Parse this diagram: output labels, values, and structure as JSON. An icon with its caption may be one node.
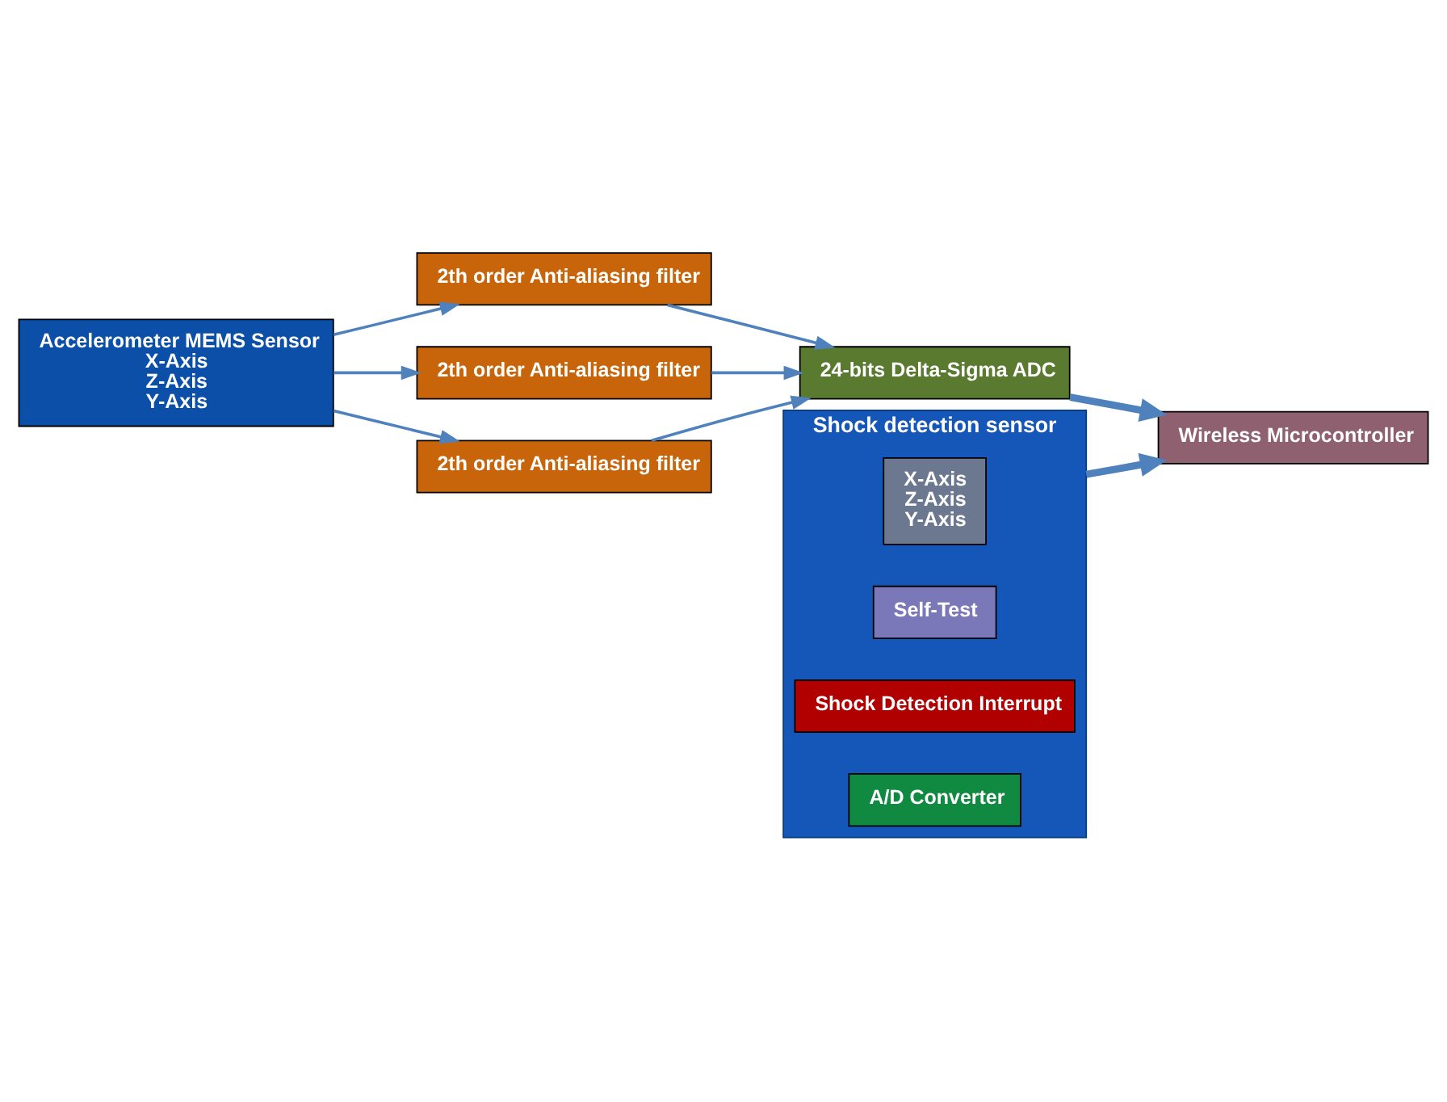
{
  "diagram": {
    "nodes": [
      {
        "text": [
          "Accelerometer MEMS Sensor",
          "X-Axis",
          "Z-Axis",
          "Y-Axis"
        ]
      },
      {
        "text": [
          "2th order Anti-aliasing filter"
        ]
      },
      {
        "text": [
          "2th order Anti-aliasing filter"
        ]
      },
      {
        "text": [
          "2th order Anti-aliasing filter"
        ]
      },
      {
        "text": [
          "24-bits Delta-Sigma ADC"
        ]
      },
      {
        "text": [
          "Wireless Microcontroller"
        ]
      },
      {
        "text": [
          "Shock detection sensor"
        ]
      },
      {
        "text": [
          "X-Axis",
          "Z-Axis",
          "Y-Axis"
        ],
        "in": 6
      },
      {
        "text": [
          "Self-Test"
        ],
        "in": 6
      },
      {
        "text": [
          "Shock Detection Interrupt"
        ],
        "in": 6
      },
      {
        "text": [
          "A/D Converter"
        ],
        "in": 6
      }
    ],
    "edges": [
      {
        "from": 0,
        "to": 1,
        "arrow": "to"
      },
      {
        "from": 0,
        "to": 2,
        "arrow": "to"
      },
      {
        "from": 0,
        "to": 3,
        "arrow": "to"
      },
      {
        "from": 1,
        "to": 4,
        "arrow": "to"
      },
      {
        "from": 2,
        "to": 4,
        "arrow": "to"
      },
      {
        "from": 3,
        "to": 4,
        "arrow": "to"
      },
      {
        "from": 4,
        "to": 5,
        "arrow": "to",
        "style": "thick"
      },
      {
        "from": 6,
        "to": 5,
        "arrow": "to",
        "style": "thick"
      }
    ]
  }
}
